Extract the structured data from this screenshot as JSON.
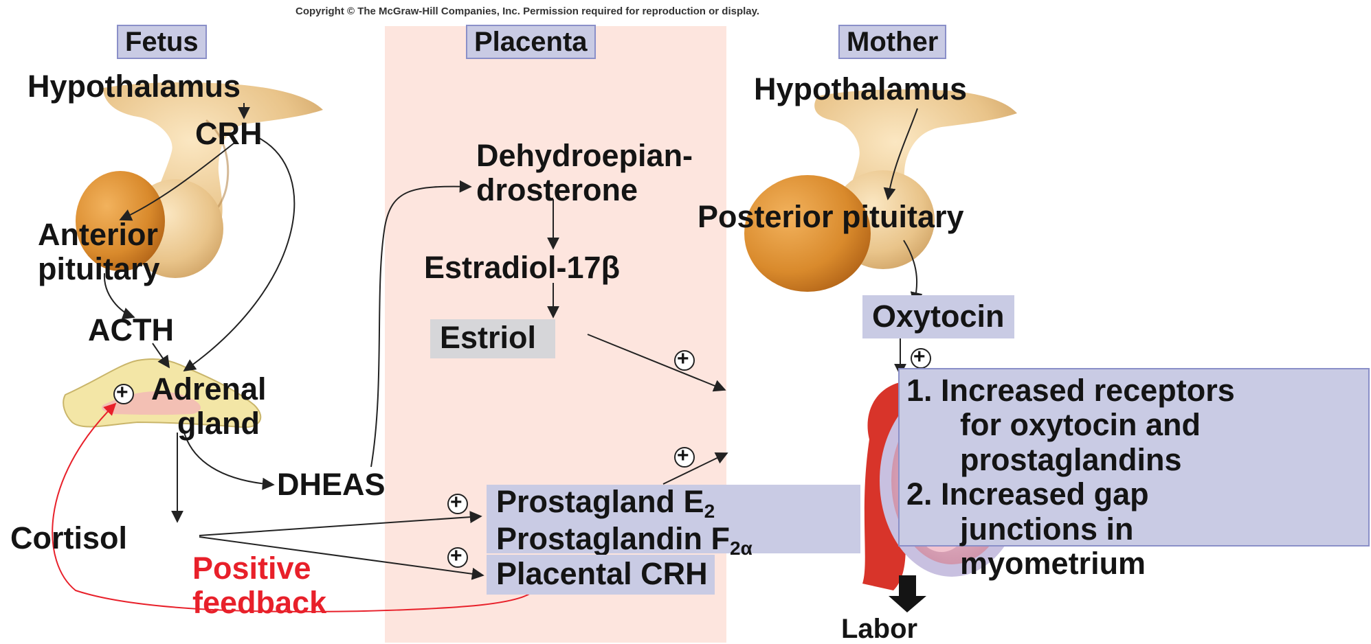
{
  "copyright": "Copyright © The McGraw-Hill Companies, Inc. Permission required for reproduction or display.",
  "columns": {
    "fetus": "Fetus",
    "placenta": "Placenta",
    "mother": "Mother"
  },
  "fetus": {
    "hypothalamus": "Hypothalamus",
    "crh": "CRH",
    "anterior_pituitary": [
      "Anterior",
      "pituitary"
    ],
    "acth": "ACTH",
    "adrenal_gland": [
      "Adrenal",
      "gland"
    ],
    "cortisol": "Cortisol",
    "dheas": "DHEAS",
    "positive_feedback": [
      "Positive",
      "feedback"
    ]
  },
  "placenta": {
    "dhea": [
      "Dehydroepian-",
      "drosterone"
    ],
    "estradiol": "Estradiol-17β",
    "estriol": "Estriol",
    "prostaglandin_e2": {
      "text": "Prostagland E",
      "sub": "2"
    },
    "prostaglandin_f2a": {
      "text": "Prostaglandin F",
      "sub": "2α"
    },
    "placental_crh": "Placental CRH"
  },
  "mother": {
    "hypothalamus": "Hypothalamus",
    "posterior_pituitary": "Posterior pituitary",
    "oxytocin": "Oxytocin",
    "effects": [
      [
        "1. Increased receptors",
        "for oxytocin and",
        "prostaglandins"
      ],
      [
        "2. Increased gap",
        "junctions in",
        "myometrium"
      ]
    ],
    "labor": "Labor"
  },
  "plus_sign": "+",
  "colors": {
    "placenta_band": "#fde5de",
    "label_box": "#c9cbe4",
    "grey_box": "#d6d6d9",
    "feedback": "#e8202a",
    "pituitary_tan": "#e9c48a",
    "pituitary_orange": "#d98a2c",
    "adrenal_yellow": "#f3e6a6",
    "uterus_red": "#d8342a"
  }
}
